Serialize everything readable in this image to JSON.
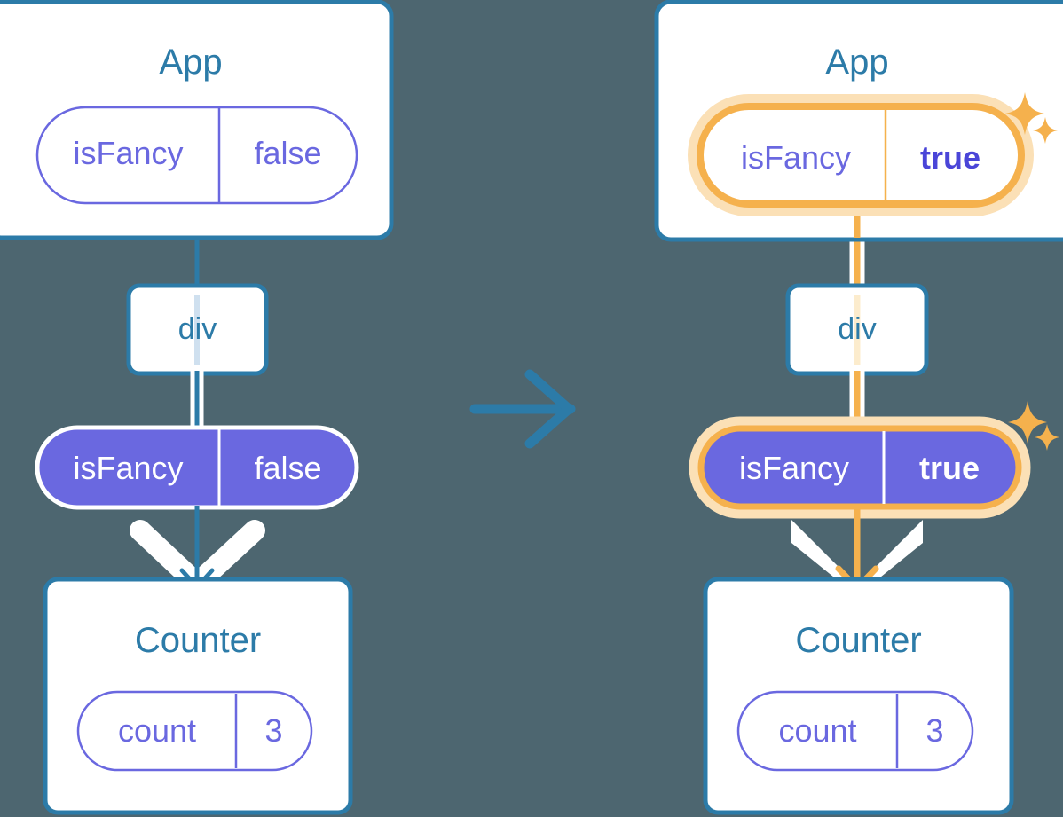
{
  "diagram": {
    "type": "react-state-propagation",
    "background_color": "#4d6670",
    "colors": {
      "blue": "#2c7ba8",
      "purple_fill": "#6a68e0",
      "purple_stroke": "#6a68e0",
      "orange": "#f5b14d",
      "orange_glow": "#fbe0b6",
      "white": "#ffffff"
    },
    "transition_arrow": {
      "name": "right-arrow",
      "color": "#2c7ba8",
      "direction": "right"
    },
    "panels": [
      {
        "id": "before",
        "position": "left",
        "highlighted": false,
        "app_box": {
          "title": "App"
        },
        "app_state_pill": {
          "key": "isFancy",
          "value": "false",
          "style": "outline",
          "highlighted": false
        },
        "div_box": {
          "label": "div"
        },
        "prop_pill": {
          "key": "isFancy",
          "value": "false",
          "style": "filled",
          "highlighted": false
        },
        "counter_box": {
          "title": "Counter"
        },
        "counter_state_pill": {
          "key": "count",
          "value": "3",
          "style": "outline",
          "highlighted": false
        },
        "sparkles": false
      },
      {
        "id": "after",
        "position": "right",
        "highlighted": true,
        "app_box": {
          "title": "App"
        },
        "app_state_pill": {
          "key": "isFancy",
          "value": "true",
          "style": "outline",
          "highlighted": true
        },
        "div_box": {
          "label": "div"
        },
        "prop_pill": {
          "key": "isFancy",
          "value": "true",
          "style": "filled",
          "highlighted": true
        },
        "counter_box": {
          "title": "Counter"
        },
        "counter_state_pill": {
          "key": "count",
          "value": "3",
          "style": "outline",
          "highlighted": false
        },
        "sparkles": true
      }
    ]
  }
}
